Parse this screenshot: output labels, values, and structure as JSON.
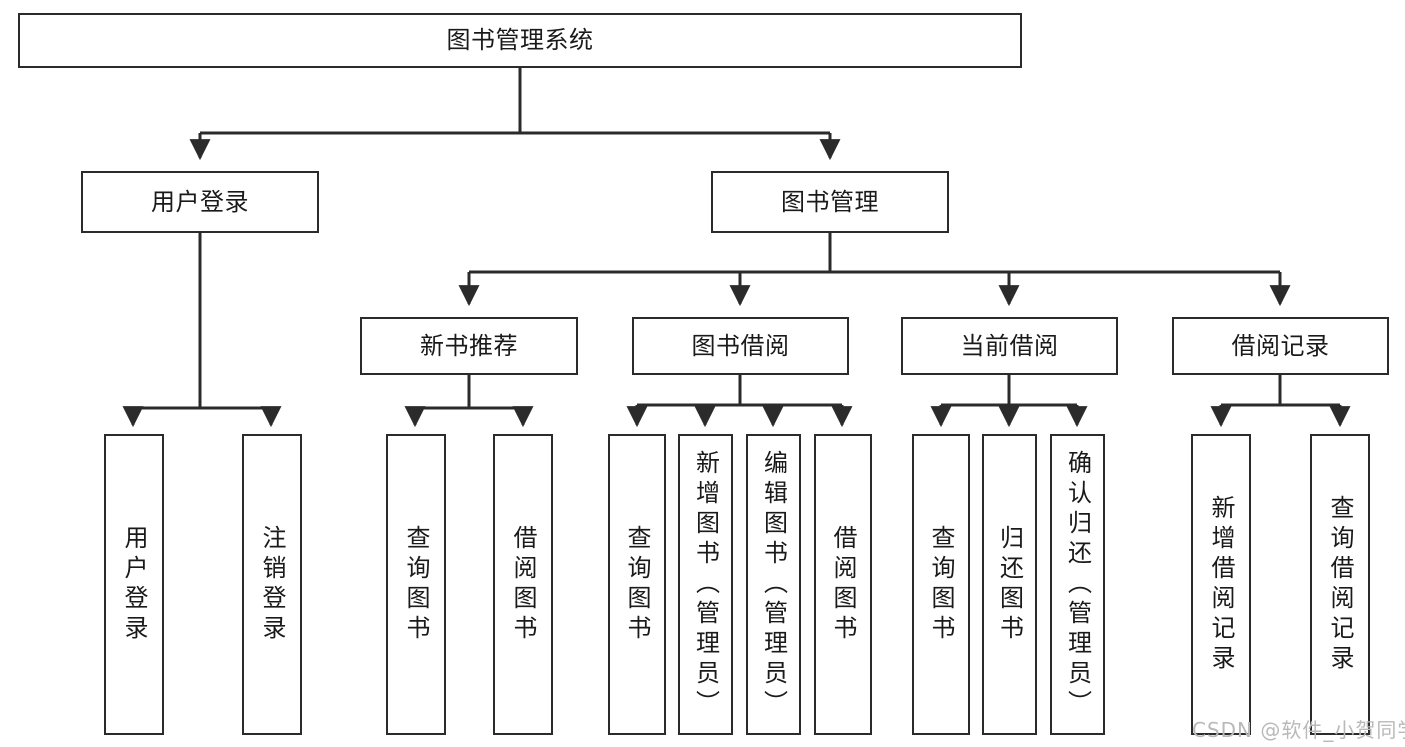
{
  "diagram": {
    "title": "图书管理系统",
    "type": "hierarchy-tree",
    "watermark": "CSDN @软件_小贺同学",
    "colors": {
      "box_border": "#2b2b2b",
      "box_fill": "#ffffff",
      "connector": "#2b2b2b",
      "text": "#1a1a1a",
      "watermark": "#b9b9b9",
      "background": "#ffffff"
    },
    "levels": {
      "root": {
        "label": "图书管理系统"
      },
      "level2": [
        {
          "label": "用户登录"
        },
        {
          "label": "图书管理"
        }
      ],
      "level3": [
        {
          "label": "新书推荐"
        },
        {
          "label": "图书借阅"
        },
        {
          "label": "当前借阅"
        },
        {
          "label": "借阅记录"
        }
      ],
      "leaves": {
        "user_login": [
          {
            "label": "用户登录"
          },
          {
            "label": "注销登录"
          }
        ],
        "new_book_recommend": [
          {
            "label": "查询图书"
          },
          {
            "label": "借阅图书"
          }
        ],
        "book_borrow": [
          {
            "label": "查询图书"
          },
          {
            "label": "新增图书（管理员）"
          },
          {
            "label": "编辑图书（管理员）"
          },
          {
            "label": "借阅图书"
          }
        ],
        "current_borrow": [
          {
            "label": "查询图书"
          },
          {
            "label": "归还图书"
          },
          {
            "label": "确认归还（管理员）"
          }
        ],
        "borrow_record": [
          {
            "label": "新增借阅记录"
          },
          {
            "label": "查询借阅记录"
          }
        ]
      }
    }
  }
}
